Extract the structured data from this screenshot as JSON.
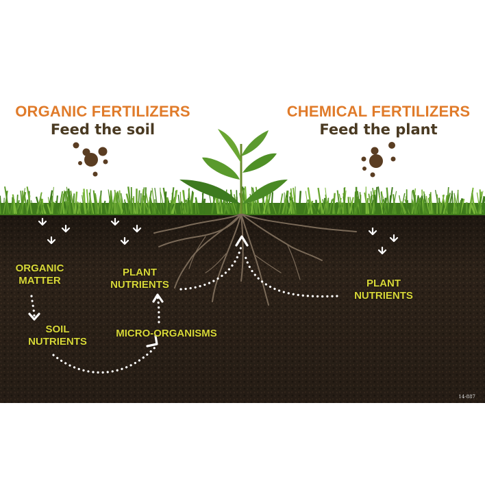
{
  "organic": {
    "title": "ORGANIC FERTILIZERS",
    "subtitle": "Feed the soil"
  },
  "chemical": {
    "title": "CHEMICAL FERTILIZERS",
    "subtitle": "Feed the plant"
  },
  "labels": {
    "organic_matter_1": "ORGANIC",
    "organic_matter_2": "MATTER",
    "soil_nutrients_1": "SOIL",
    "soil_nutrients_2": "NUTRIENTS",
    "micro_organisms": "MICRO-ORGANISMS",
    "plant_nutrients_left_1": "PLANT",
    "plant_nutrients_left_2": "NUTRIENTS",
    "plant_nutrients_right_1": "PLANT",
    "plant_nutrients_right_2": "NUTRIENTS"
  },
  "code": "14-887",
  "colors": {
    "heading": "#e07b2a",
    "subheading": "#4a3a22",
    "label": "#d8d838",
    "soil": "#2b2118",
    "grass": "#4f8f23",
    "granule": "#5a3d22"
  },
  "icons": [
    "fertilizer-granules-icon",
    "down-arrows-icon",
    "plant-icon",
    "roots-icon"
  ]
}
